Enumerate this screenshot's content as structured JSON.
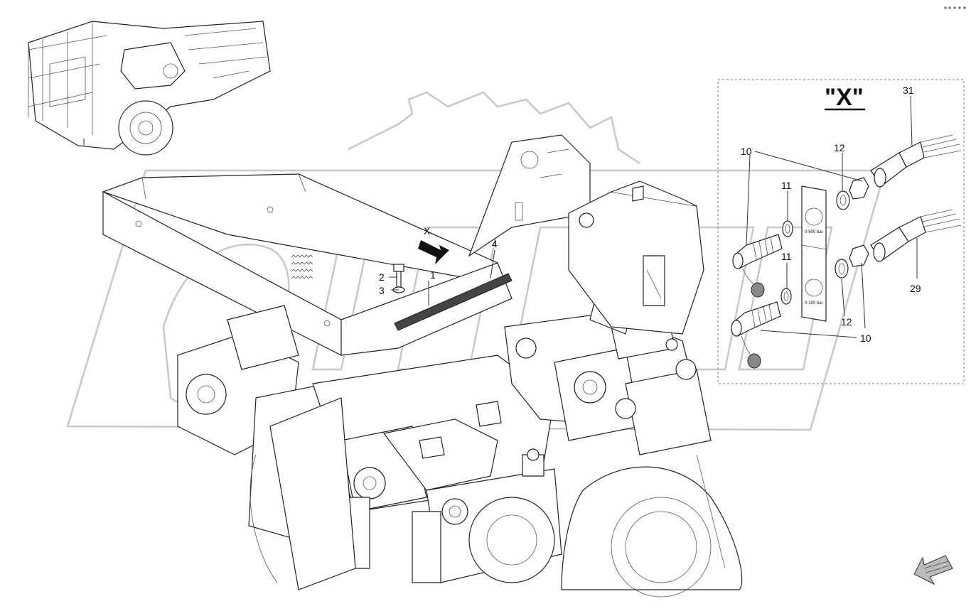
{
  "detail": {
    "title": "\"X\"",
    "view_arrow_label": "X"
  },
  "callouts": {
    "main": [
      {
        "id": "c1",
        "label": "1"
      },
      {
        "id": "c2",
        "label": "2"
      },
      {
        "id": "c3",
        "label": "3"
      },
      {
        "id": "c4",
        "label": "4"
      }
    ],
    "detail": [
      {
        "id": "c10a",
        "label": "10"
      },
      {
        "id": "c10b",
        "label": "10"
      },
      {
        "id": "c11a",
        "label": "11"
      },
      {
        "id": "c11b",
        "label": "11"
      },
      {
        "id": "c12a",
        "label": "12"
      },
      {
        "id": "c12b",
        "label": "12"
      },
      {
        "id": "c29",
        "label": "29"
      },
      {
        "id": "c31",
        "label": "31"
      }
    ]
  },
  "decal": {
    "top_text": "0-600 bar",
    "bottom_text": "0-100 bar"
  },
  "icons": {
    "top_right": "dots-icon",
    "bottom_right": "direction-arrow-icon"
  }
}
